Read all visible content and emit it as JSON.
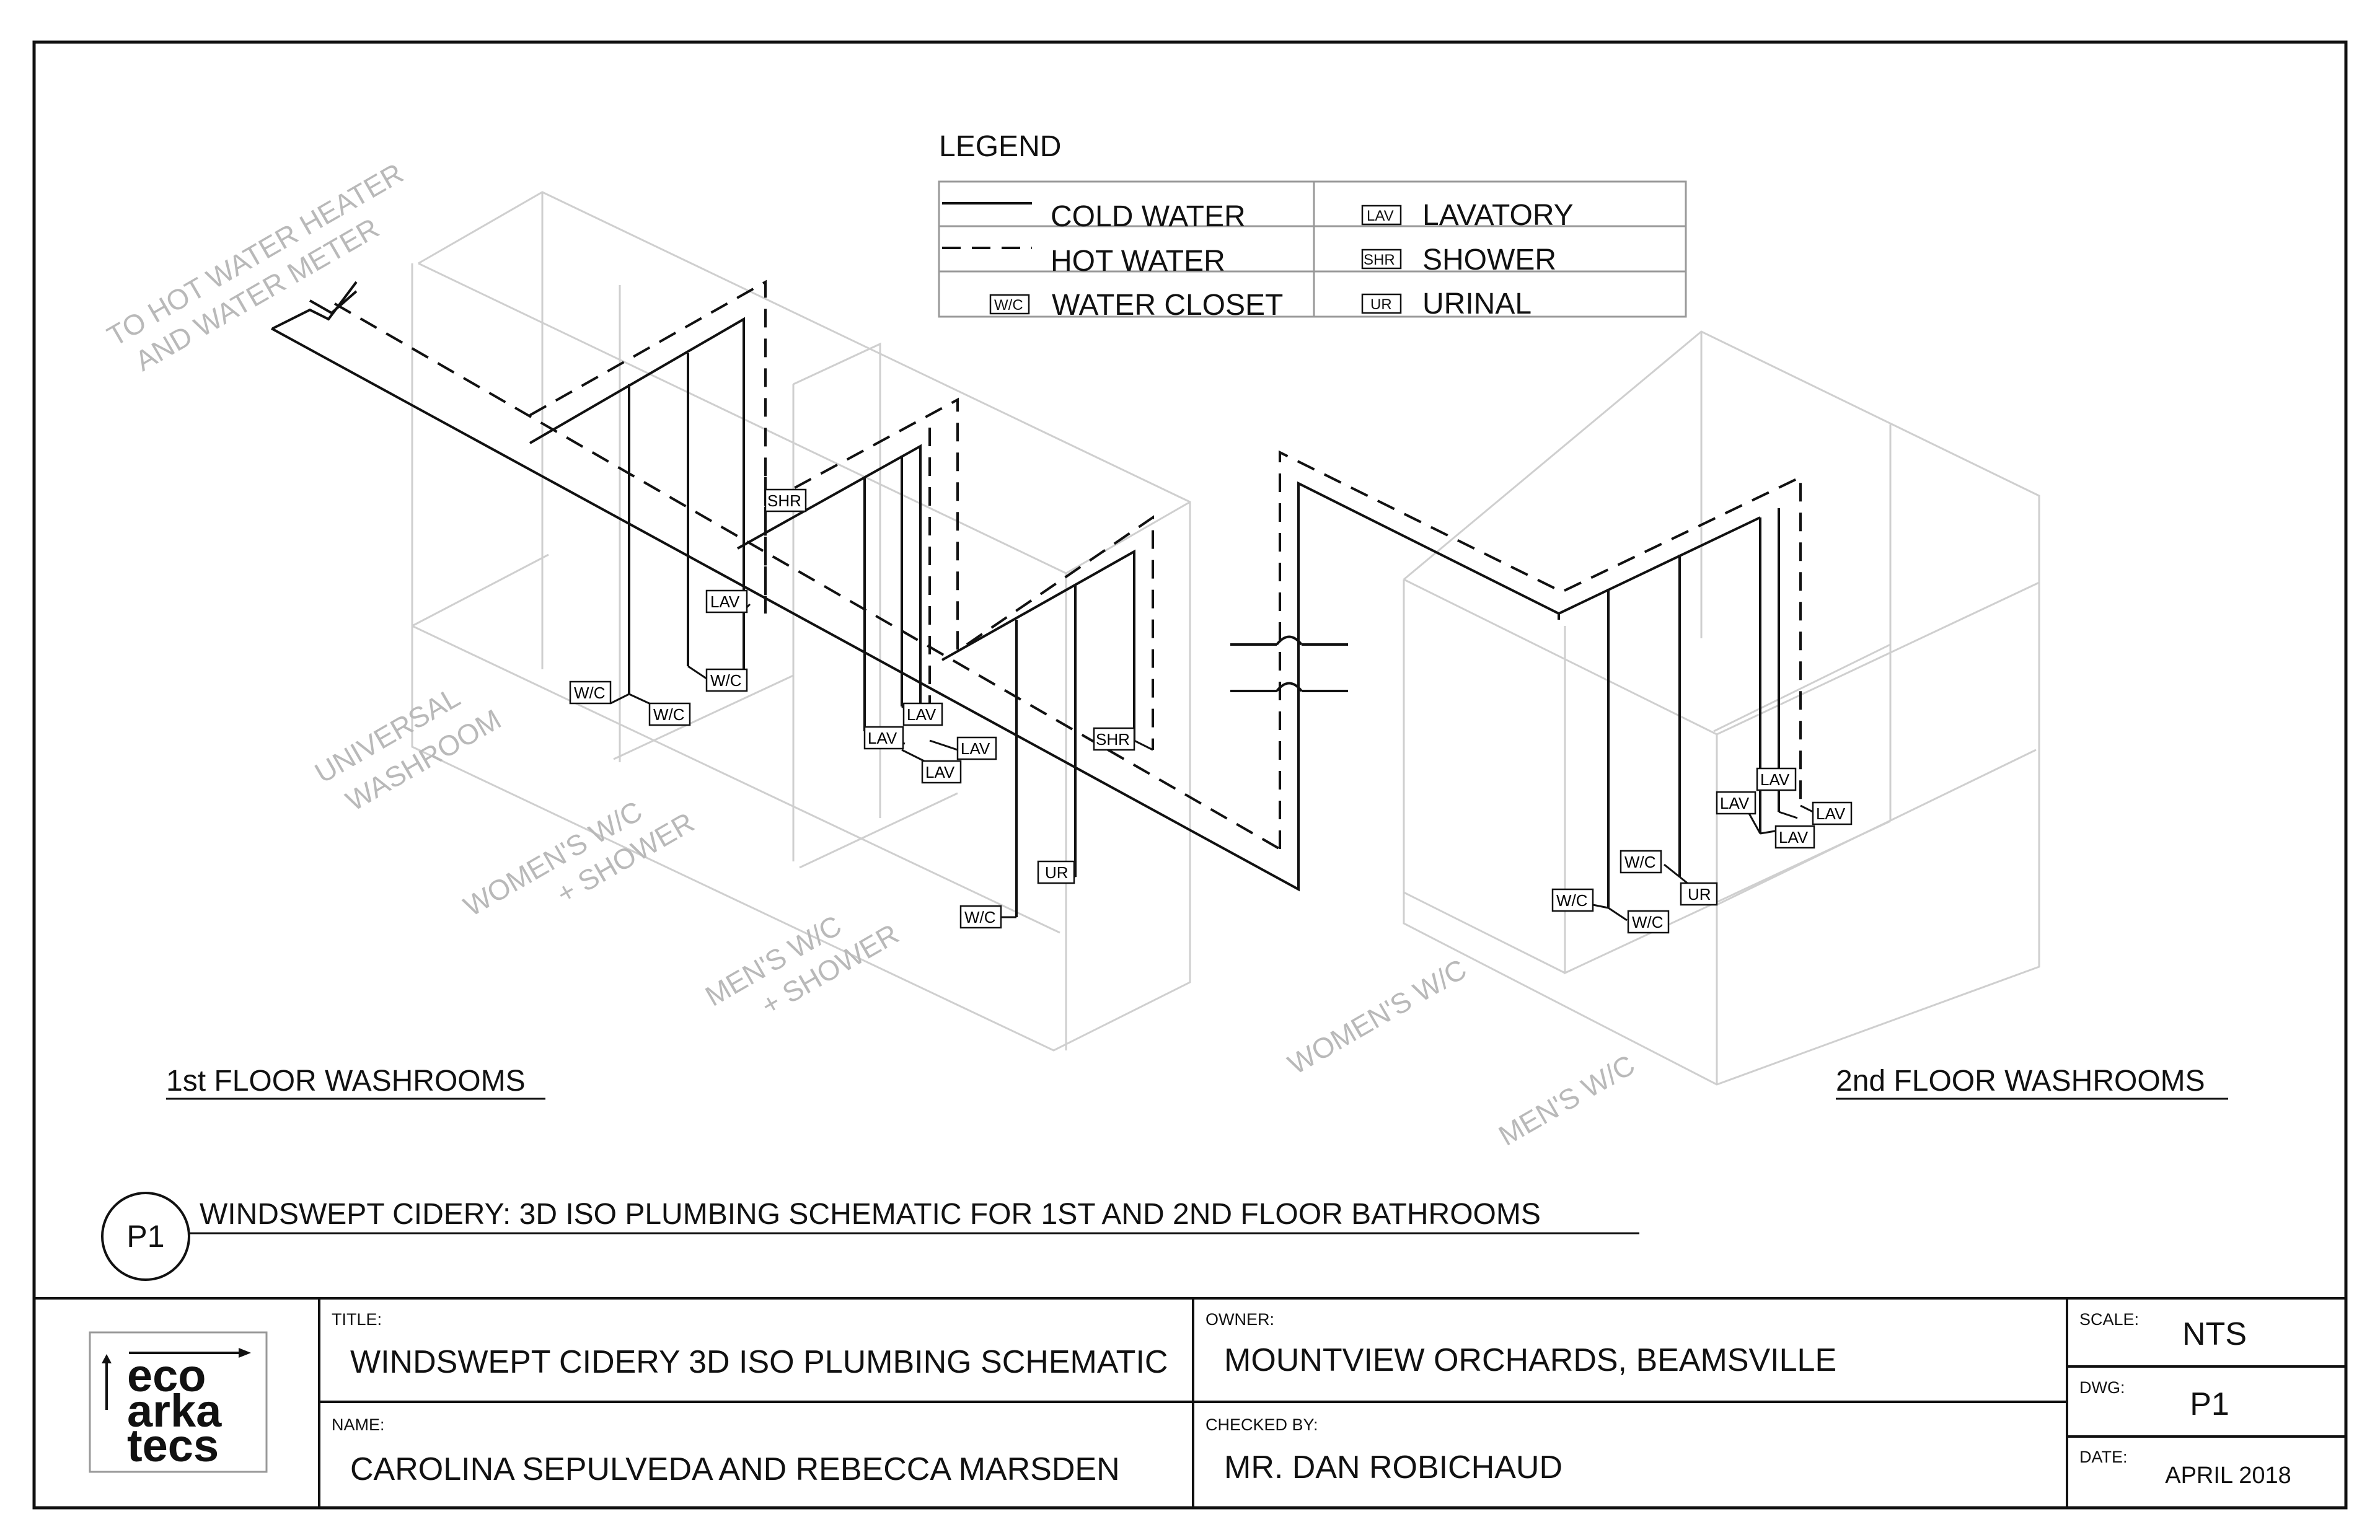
{
  "legend": {
    "title": "LEGEND",
    "items": [
      {
        "label": "COLD WATER",
        "symbol": "solid-line"
      },
      {
        "label": "HOT WATER",
        "symbol": "dashed-line"
      },
      {
        "label": "WATER CLOSET",
        "tag": "W/C"
      },
      {
        "label": "LAVATORY",
        "tag": "LAV"
      },
      {
        "label": "SHOWER",
        "tag": "SHR"
      },
      {
        "label": "URINAL",
        "tag": "UR"
      }
    ]
  },
  "supply_note": [
    "TO HOT WATER HEATER",
    "AND WATER METER"
  ],
  "rooms_first_floor": [
    [
      "UNIVERSAL",
      "WASHROOM"
    ],
    [
      "WOMEN'S W/C",
      "+ SHOWER"
    ],
    [
      "MEN'S W/C",
      "+ SHOWER"
    ]
  ],
  "rooms_second_floor": [
    "WOMEN'S W/C",
    "MEN'S W/C"
  ],
  "fixture_tags": {
    "wc": "W/C",
    "lav": "LAV",
    "shr": "SHR",
    "ur": "UR"
  },
  "floor_titles": {
    "first": "1st FLOOR WASHROOMS",
    "second": "2nd FLOOR WASHROOMS"
  },
  "drawing": {
    "number": "P1",
    "caption": "WINDSWEPT CIDERY: 3D ISO PLUMBING SCHEMATIC FOR 1ST AND 2ND FLOOR BATHROOMS"
  },
  "logo": [
    "eco",
    "arka",
    "tecs"
  ],
  "title_block": {
    "title_label": "TITLE:",
    "title": "WINDSWEPT CIDERY 3D ISO PLUMBING SCHEMATIC",
    "name_label": "NAME:",
    "name": "CAROLINA SEPULVEDA AND REBECCA MARSDEN",
    "owner_label": "OWNER:",
    "owner": "MOUNTVIEW ORCHARDS, BEAMSVILLE",
    "checked_label": "CHECKED BY:",
    "checked": "MR. DAN ROBICHAUD",
    "scale_label": "SCALE:",
    "scale": "NTS",
    "dwg_label": "DWG:",
    "dwg": "P1",
    "date_label": "DATE:",
    "date": "APRIL 2018"
  },
  "colors": {
    "linework": "#111111",
    "room_outline": "#c8c8c8",
    "room_label": "#b9b9b9"
  }
}
